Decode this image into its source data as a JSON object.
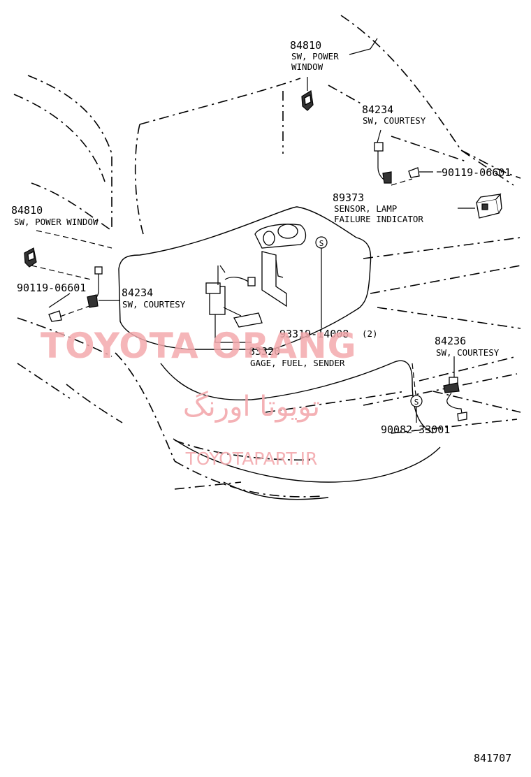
{
  "callouts": [
    {
      "number": "84810",
      "lines": [
        "SW, POWER",
        "WINDOW"
      ]
    },
    {
      "number": "84234",
      "lines": [
        "SW, COURTESY"
      ]
    },
    {
      "number": "90119-06601",
      "lines": []
    },
    {
      "number": "89373",
      "lines": [
        "SENSOR, LAMP",
        "FAILURE INDICATOR"
      ]
    },
    {
      "number": "84810",
      "lines": [
        "SW, POWER WINDOW"
      ]
    },
    {
      "number": "90119-06601",
      "lines": []
    },
    {
      "number": "84234",
      "lines": [
        "SW, COURTESY"
      ]
    },
    {
      "number": "93319-14008",
      "lines": [],
      "qty": "(2)"
    },
    {
      "number": "83320",
      "lines": [
        "GAGE, FUEL, SENDER"
      ]
    },
    {
      "number": "84236",
      "lines": [
        "SW, COURTESY"
      ]
    },
    {
      "number": "90082-33001",
      "lines": []
    }
  ],
  "symbols": {
    "s_mark": "S"
  },
  "watermark": {
    "brand": "TOYOTA ORANG",
    "farsi": "تویوتا اورنگ",
    "url": "TOYOTAPART.IR"
  },
  "reference": "841707",
  "colors": {
    "watermark": "#f3a9ad",
    "ink": "#000000"
  }
}
